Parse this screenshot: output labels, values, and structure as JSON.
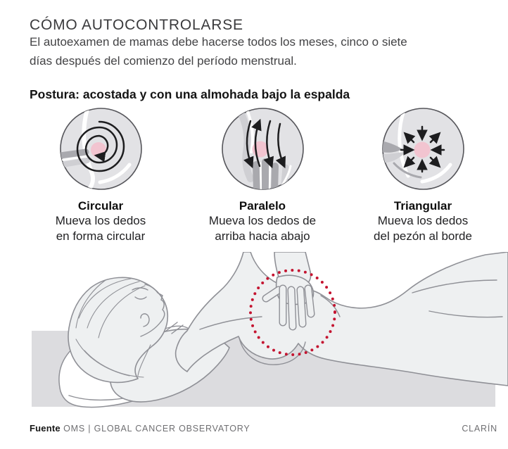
{
  "header": {
    "title": "CÓMO AUTOCONTROLARSE",
    "subtitle_line1": "El autoexamen de mamas debe hacerse todos los meses, cinco o siete",
    "subtitle_line2": "días después del comienzo del período menstrual.",
    "posture_heading": "Postura: acostada y con una almohada bajo la espalda"
  },
  "techniques": [
    {
      "name": "Circular",
      "desc_line1": "Mueva los dedos",
      "desc_line2": "en forma circular",
      "icon": "spiral-motion-icon"
    },
    {
      "name": "Paralelo",
      "desc_line1": "Mueva los dedos de",
      "desc_line2": "arriba hacia abajo",
      "icon": "parallel-strokes-icon"
    },
    {
      "name": "Triangular",
      "desc_line1": "Mueva los dedos",
      "desc_line2": "del pezón al borde",
      "icon": "radial-arrows-icon"
    }
  ],
  "footer": {
    "source_label": "Fuente",
    "source_name": "OMS",
    "separator": "|",
    "source_detail": "GLOBAL CANCER OBSERVATORY",
    "brand": "CLARÍN"
  },
  "colors": {
    "accent_red": "#c41531",
    "nipple_pink": "#f2c4d0",
    "circle_fill": "#e2e2e5",
    "circle_stroke": "#55555a",
    "figure_fill": "#eef0f1",
    "figure_line": "#8f9096",
    "bed_gray": "#dcdcdf",
    "arrow_black": "#1d1d1f",
    "finger_gray": "#a9a9ae",
    "finger_light": "#cfcfd3"
  }
}
